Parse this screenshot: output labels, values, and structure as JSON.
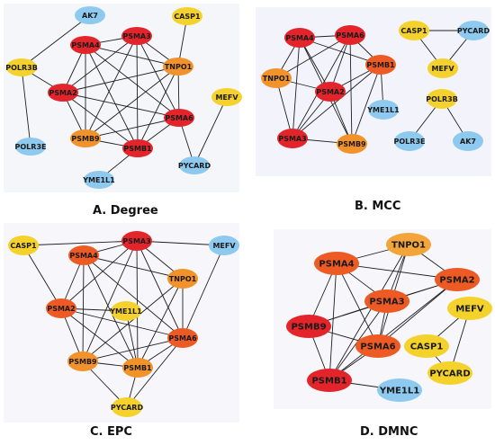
{
  "colors": {
    "red": "#e3242b",
    "orange_red": "#ee5a24",
    "orange": "#f2922a",
    "light_orange": "#f3a53a",
    "yellow": "#f4d22b",
    "blue": "#8ec9ef",
    "panel_bg": "#f4f6fb",
    "edge": "#1f1f1f"
  },
  "panels": [
    {
      "id": "A",
      "caption": "A. Degree",
      "nodes": [
        {
          "label": "AK7",
          "color": "blue"
        },
        {
          "label": "CASP1",
          "color": "yellow"
        },
        {
          "label": "PSMA4",
          "color": "red"
        },
        {
          "label": "PSMA3",
          "color": "red"
        },
        {
          "label": "POLR3B",
          "color": "yellow"
        },
        {
          "label": "TNPO1",
          "color": "orange"
        },
        {
          "label": "PSMA2",
          "color": "red"
        },
        {
          "label": "MEFV",
          "color": "yellow"
        },
        {
          "label": "PSMA6",
          "color": "red"
        },
        {
          "label": "PSMB9",
          "color": "orange"
        },
        {
          "label": "POLR3E",
          "color": "blue"
        },
        {
          "label": "PSMB1",
          "color": "red"
        },
        {
          "label": "PYCARD",
          "color": "blue"
        },
        {
          "label": "YME1L1",
          "color": "blue"
        }
      ]
    },
    {
      "id": "B",
      "caption": "B. MCC",
      "nodes": [
        {
          "label": "PSMA4",
          "color": "red"
        },
        {
          "label": "PSMA6",
          "color": "red"
        },
        {
          "label": "CASP1",
          "color": "yellow"
        },
        {
          "label": "PYCARD",
          "color": "blue"
        },
        {
          "label": "PSMB1",
          "color": "orange_red"
        },
        {
          "label": "MEFV",
          "color": "yellow"
        },
        {
          "label": "TNPO1",
          "color": "orange"
        },
        {
          "label": "PSMA2",
          "color": "red"
        },
        {
          "label": "POLR3B",
          "color": "yellow"
        },
        {
          "label": "YME1L1",
          "color": "blue"
        },
        {
          "label": "PSMA3",
          "color": "red"
        },
        {
          "label": "PSMB9",
          "color": "orange"
        },
        {
          "label": "POLR3E",
          "color": "blue"
        },
        {
          "label": "AK7",
          "color": "blue"
        }
      ]
    },
    {
      "id": "C",
      "caption": "C. EPC",
      "nodes": [
        {
          "label": "PSMA3",
          "color": "red"
        },
        {
          "label": "CASP1",
          "color": "yellow"
        },
        {
          "label": "PSMA4",
          "color": "orange_red"
        },
        {
          "label": "MEFV",
          "color": "blue"
        },
        {
          "label": "TNPO1",
          "color": "orange"
        },
        {
          "label": "PSMA2",
          "color": "orange_red"
        },
        {
          "label": "YME1L1",
          "color": "yellow"
        },
        {
          "label": "PSMA6",
          "color": "orange_red"
        },
        {
          "label": "PSMB9",
          "color": "orange"
        },
        {
          "label": "PSMB1",
          "color": "orange"
        },
        {
          "label": "PYCARD",
          "color": "yellow"
        }
      ]
    },
    {
      "id": "D",
      "caption": "D. DMNC",
      "nodes": [
        {
          "label": "TNPO1",
          "color": "light_orange"
        },
        {
          "label": "PSMA4",
          "color": "orange_red"
        },
        {
          "label": "PSMA2",
          "color": "orange_red"
        },
        {
          "label": "PSMA3",
          "color": "orange_red"
        },
        {
          "label": "MEFV",
          "color": "yellow"
        },
        {
          "label": "PSMB9",
          "color": "red"
        },
        {
          "label": "CASP1",
          "color": "yellow"
        },
        {
          "label": "PSMA6",
          "color": "orange_red"
        },
        {
          "label": "PYCARD",
          "color": "yellow"
        },
        {
          "label": "PSMB1",
          "color": "red"
        },
        {
          "label": "YME1L1",
          "color": "blue"
        }
      ]
    }
  ]
}
